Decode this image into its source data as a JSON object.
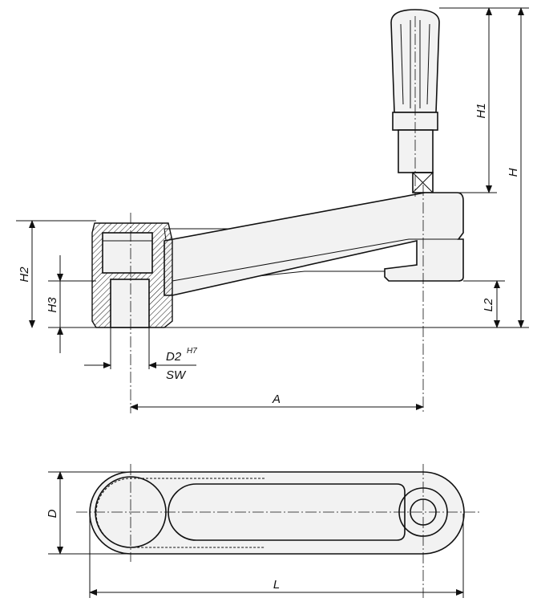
{
  "labels": {
    "H": "H",
    "H1": "H1",
    "H2": "H2",
    "H3": "H3",
    "L2": "L2",
    "D2": "D2",
    "D2_tol": "H7",
    "SW": "SW",
    "A": "A",
    "D": "D",
    "L": "L"
  }
}
